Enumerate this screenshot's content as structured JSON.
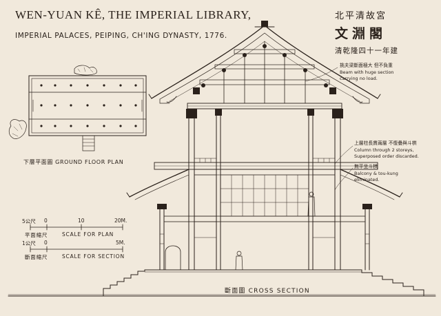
{
  "header": {
    "title": "WEN-YUAN KÊ, THE IMPERIAL LIBRARY,",
    "subtitle": "IMPERIAL PALACES, PEIPING, CH'ING DYNASTY, 1776.",
    "cn_line1": "北平清故宮",
    "cn_line2": "文淵閣",
    "cn_line3": "清乾隆四十一年建"
  },
  "annotations": {
    "beam_cn": "挑夫梁斷面極大 但不負重",
    "beam_en_1": "Beam with huge section",
    "beam_en_2": "carrying no load.",
    "column_cn": "上層柱長貫兩層 不復疊與斗栱",
    "column_en_1": "Column through 2 storeys,",
    "column_en_2": "Superposed order discarded.",
    "balcony_cn": "無平坐斗栱",
    "balcony_en_1": "Balcony & tou-kung",
    "balcony_en_2": "eliminated."
  },
  "plan": {
    "label": "下層平面圖    GROUND FLOOR PLAN"
  },
  "scales": {
    "plan_scale_left": "5公尺",
    "plan_scale_ticks": [
      "0",
      "10",
      "20M."
    ],
    "plan_scale_cn": "平面縮尺",
    "plan_scale_label": "SCALE FOR PLAN",
    "section_scale_left": "1公尺",
    "section_scale_ticks": [
      "0",
      "5M."
    ],
    "section_scale_cn": "斷面縮尺",
    "section_scale_label": "SCALE FOR SECTION"
  },
  "section": {
    "label": "斷面圖    CROSS SECTION"
  }
}
